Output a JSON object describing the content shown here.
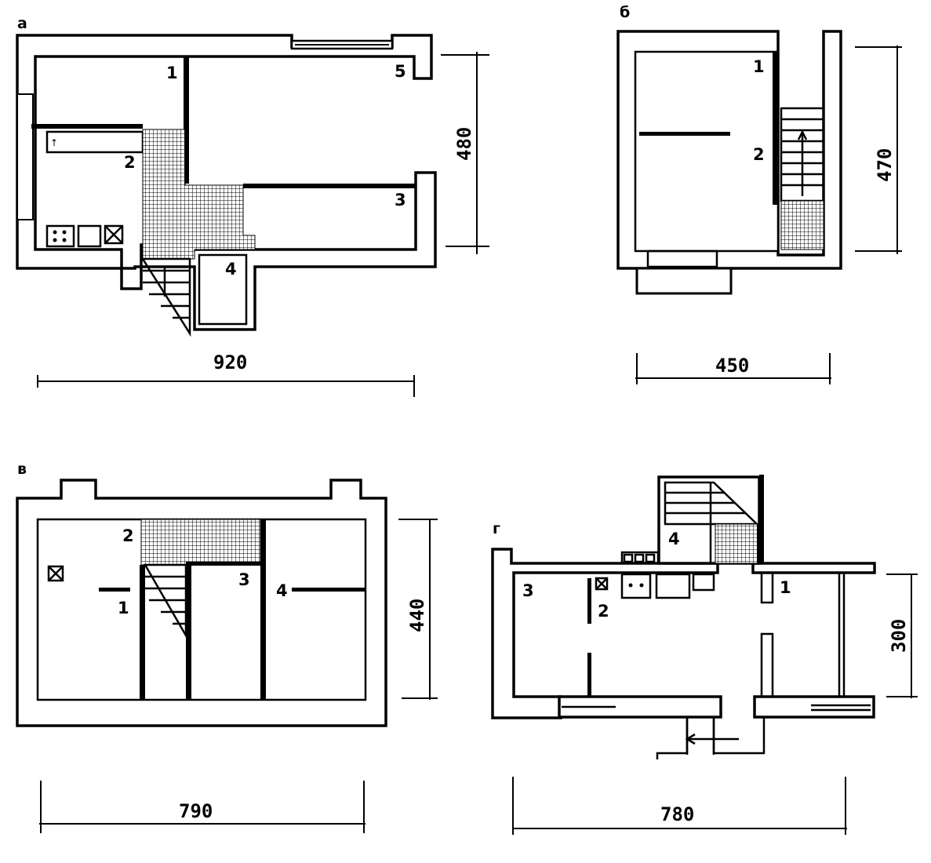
{
  "plans": [
    {
      "letter": "а",
      "labels": [
        "1",
        "2",
        "3",
        "4",
        "5"
      ],
      "width_dim": "920",
      "height_dim": "480"
    },
    {
      "letter": "б",
      "labels": [
        "1",
        "2"
      ],
      "width_dim": "450",
      "height_dim": "470"
    },
    {
      "letter": "в",
      "labels": [
        "1",
        "2",
        "3",
        "4"
      ],
      "width_dim": "790",
      "height_dim": "440"
    },
    {
      "letter": "г",
      "labels": [
        "1",
        "2",
        "3",
        "4"
      ],
      "width_dim": "780",
      "height_dim": "300"
    }
  ],
  "colors": {
    "ink": "#000000",
    "paper": "#ffffff"
  }
}
